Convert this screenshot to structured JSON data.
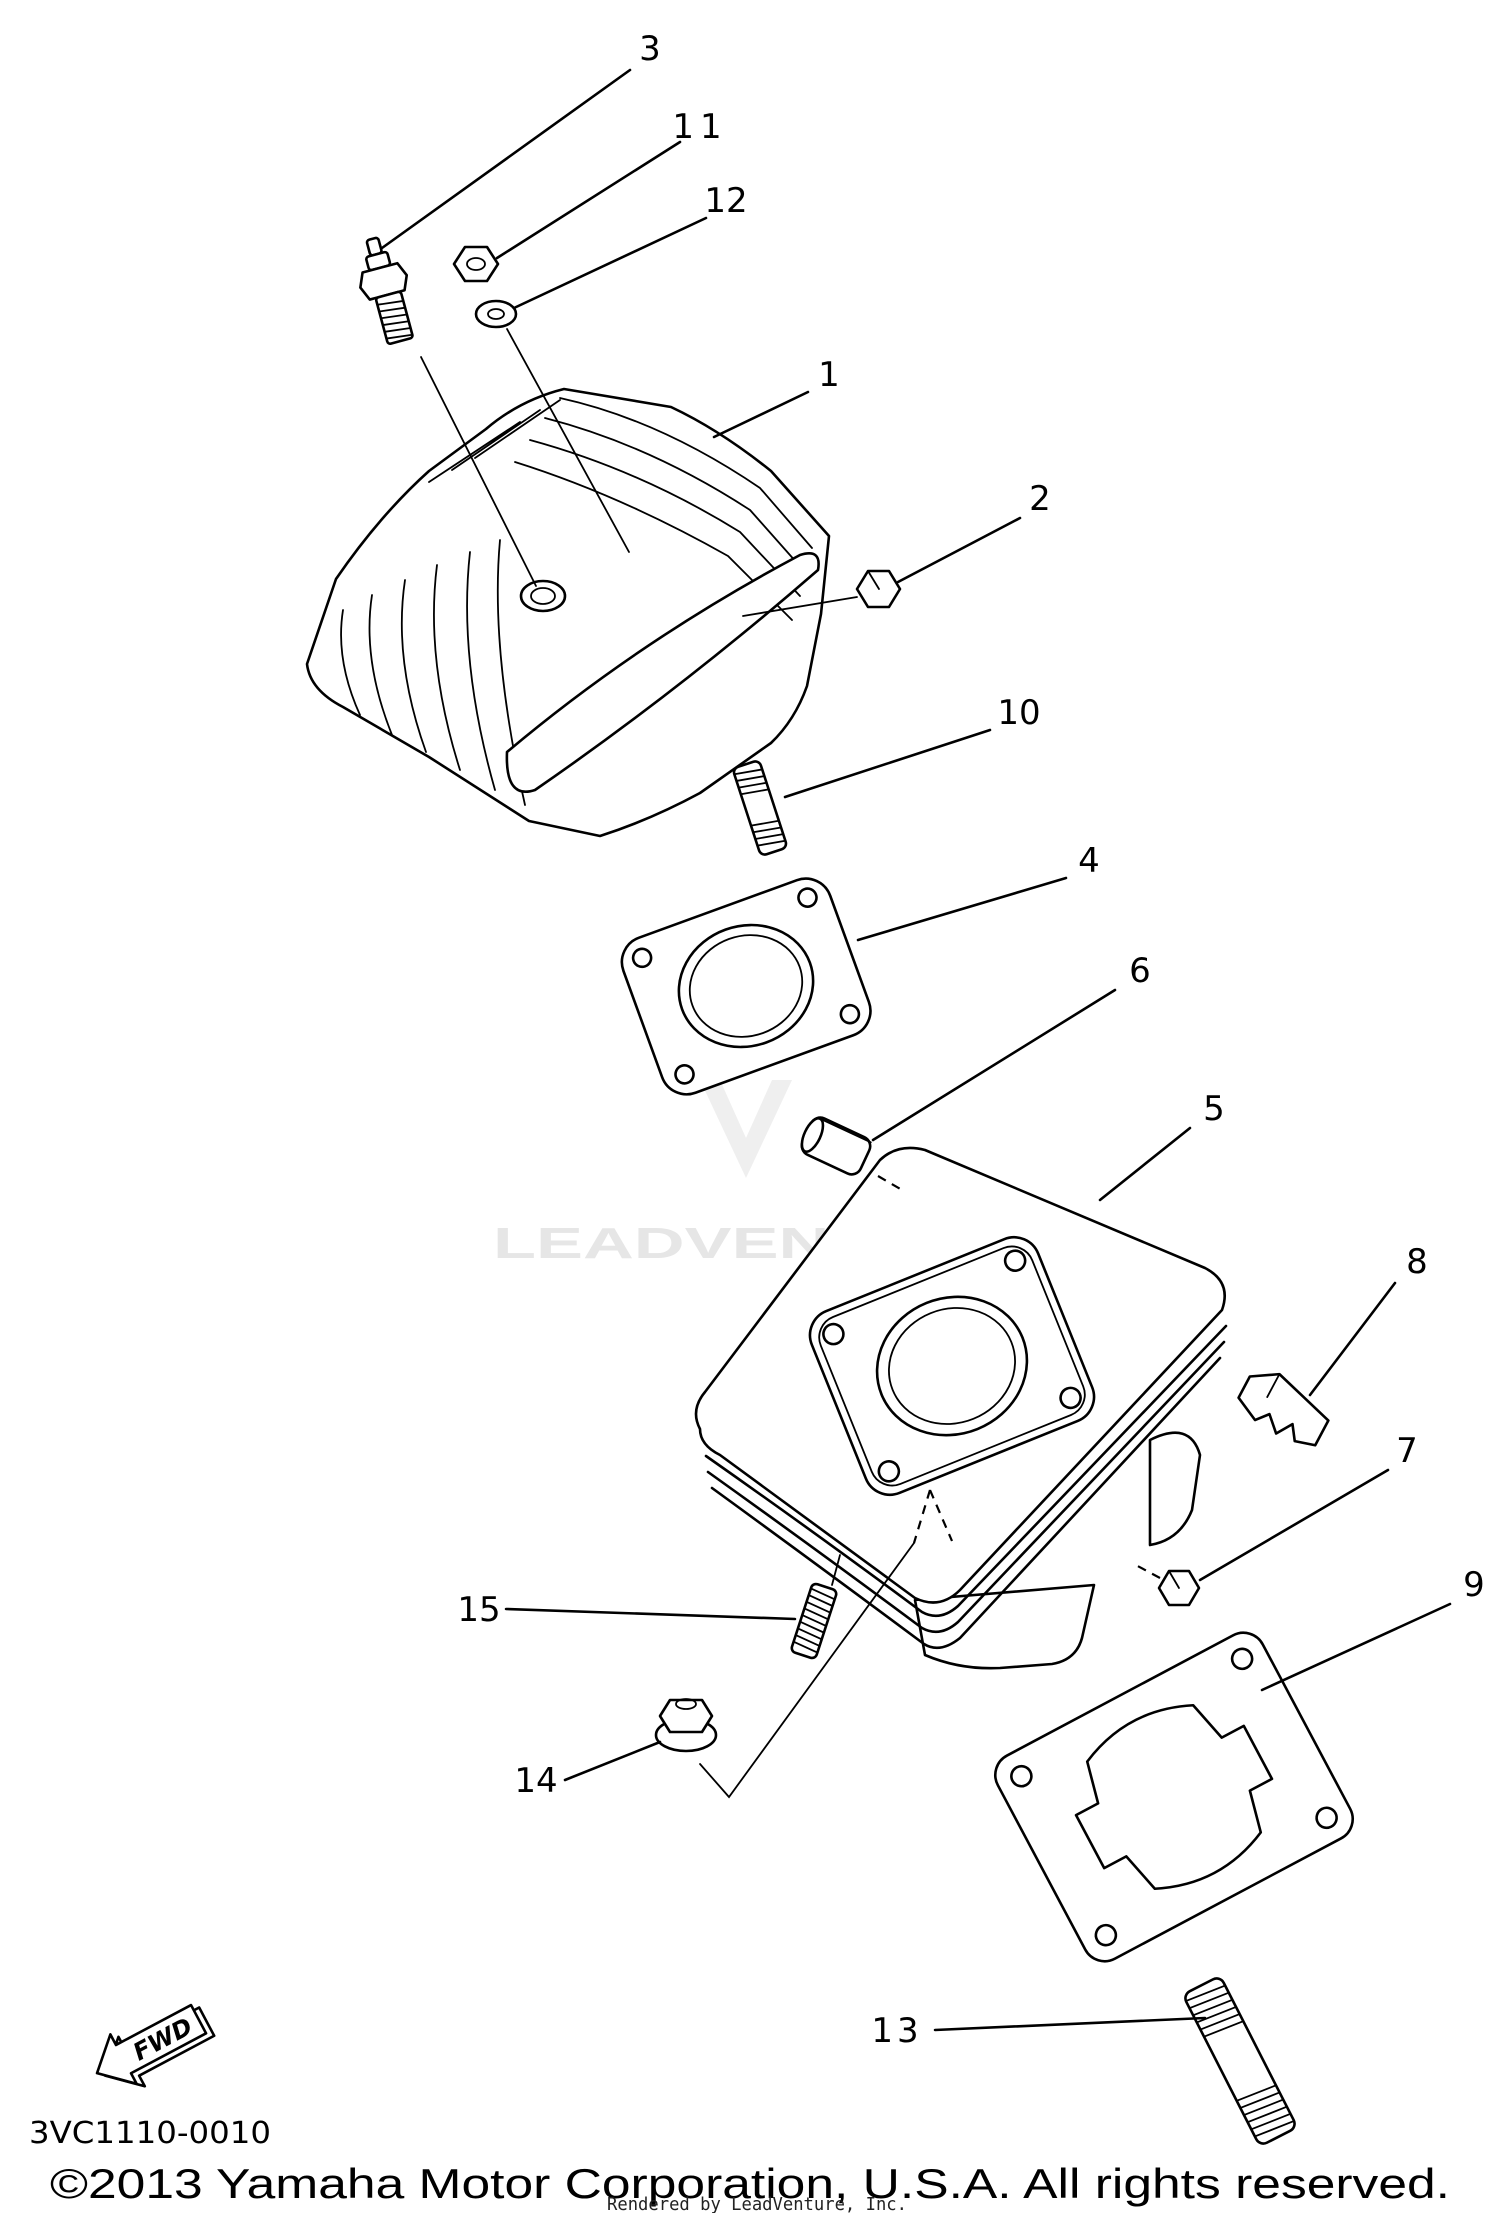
{
  "callouts": [
    {
      "label": "1"
    },
    {
      "label": "2"
    },
    {
      "label": "3"
    },
    {
      "label": "4"
    },
    {
      "label": "5"
    },
    {
      "label": "6"
    },
    {
      "label": "7"
    },
    {
      "label": "8"
    },
    {
      "label": "9"
    },
    {
      "label": "10"
    },
    {
      "label": "11"
    },
    {
      "label": "12"
    },
    {
      "label": "13"
    },
    {
      "label": "14"
    },
    {
      "label": "15"
    }
  ],
  "fwd_arrow": {
    "label": "FWD",
    "icon": "fwd-arrow-icon"
  },
  "diagram_code": "3VC1110-0010",
  "watermark": {
    "text": "LEADVENTURE",
    "icon": "leadventure-logo"
  },
  "footer": {
    "copyright": "©2013 Yamaha Motor Corporation, U.S.A. All rights reserved.",
    "rendered_by": "Rendered by LeadVenture, Inc."
  }
}
